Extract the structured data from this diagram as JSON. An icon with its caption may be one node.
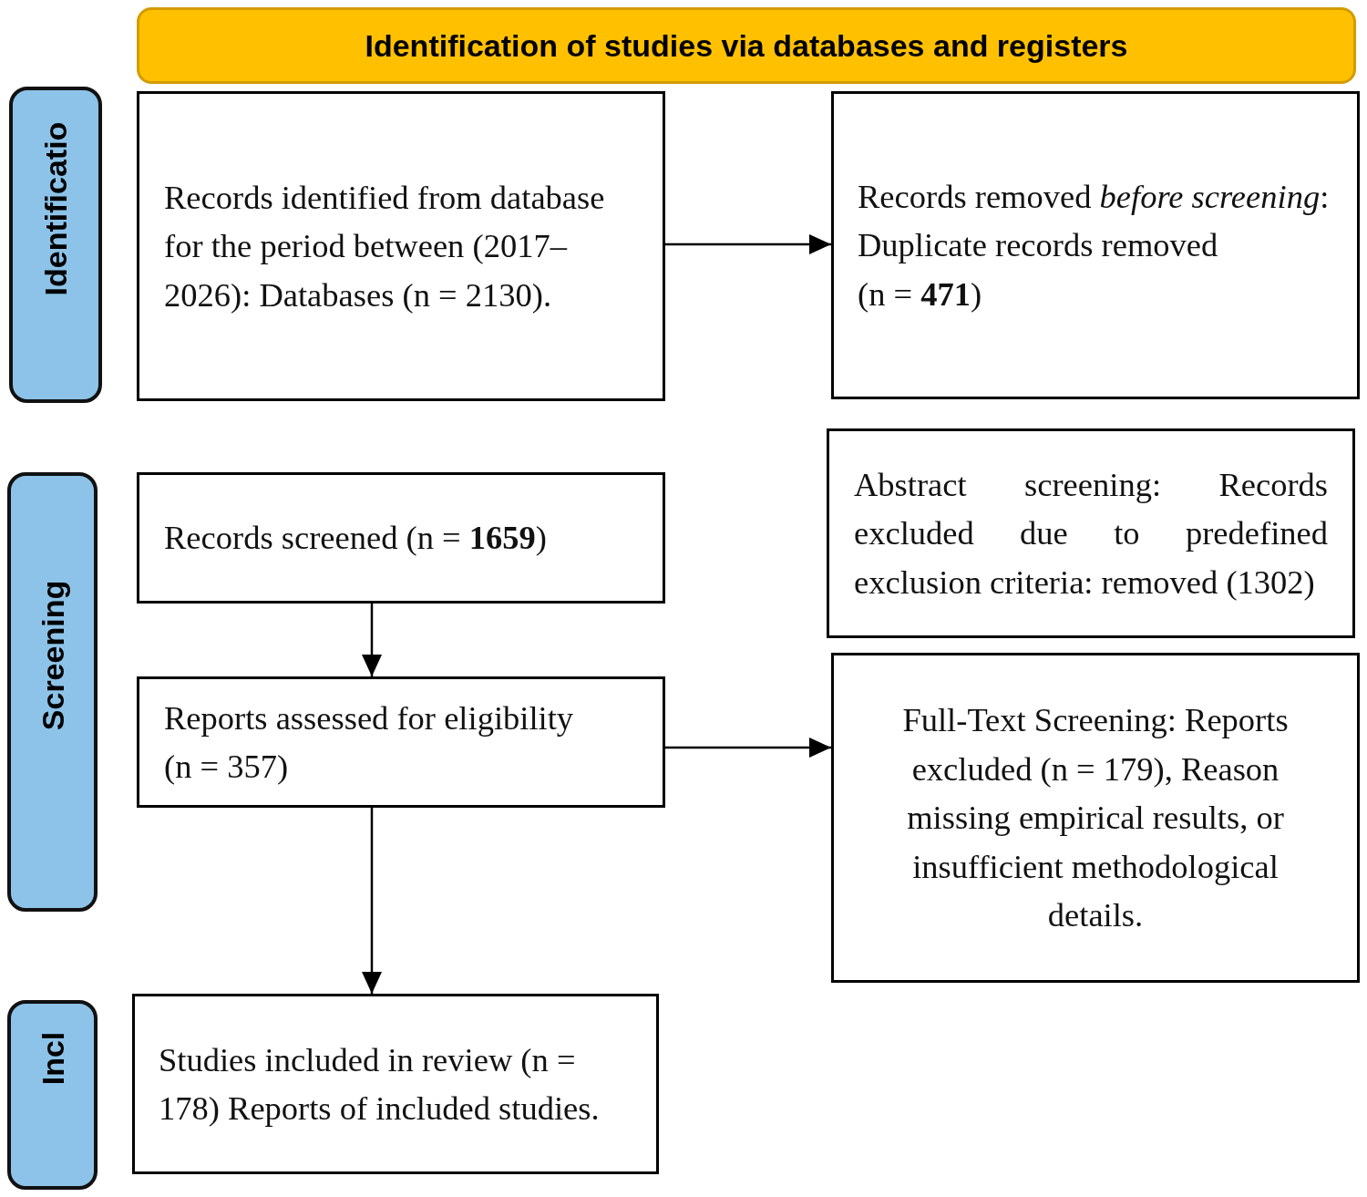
{
  "diagram": {
    "nodes": [
      {
        "text": [
          "Identification of studies via databases and registers"
        ]
      },
      {
        "text": [
          "Identificatio"
        ]
      },
      {
        "text": [
          "Records identified from database for the period between (2017–2026): Databases (n = 2130)."
        ]
      },
      {
        "text": [
          "Records removed *before screening*:",
          "Duplicate records removed (n = **471**)"
        ]
      },
      {
        "text": [
          "Screening"
        ]
      },
      {
        "text": [
          "Records screened (n = **1659**)"
        ]
      },
      {
        "text": [
          "Abstract screening: Records excluded due to predefined exclusion criteria: removed (1302)"
        ]
      },
      {
        "text": [
          "Reports assessed for eligibility (n = 357)"
        ]
      },
      {
        "text": [
          "Full-Text Screening: Reports excluded (n = 179), Reason missing empirical results, or insufficient methodological details."
        ]
      },
      {
        "text": [
          "Incl"
        ]
      },
      {
        "text": [
          "Studies included in review (n = 178) Reports of included studies."
        ]
      }
    ],
    "edges": [
      {
        "from": 2,
        "to": 3,
        "arrow": "to"
      },
      {
        "from": 5,
        "to": 7,
        "arrow": "to"
      },
      {
        "from": 7,
        "to": 8,
        "arrow": "to"
      },
      {
        "from": 7,
        "to": 10,
        "arrow": "to"
      }
    ]
  }
}
